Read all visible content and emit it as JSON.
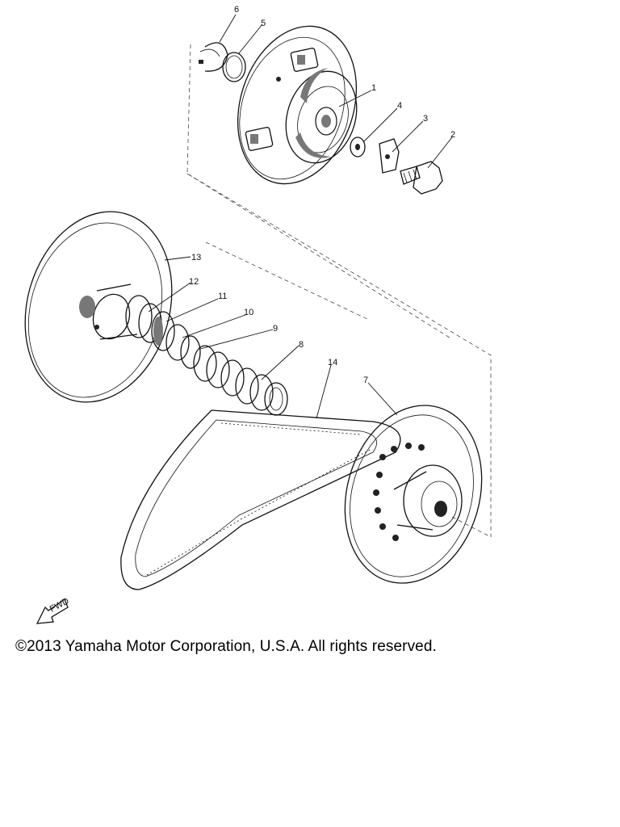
{
  "diagram": {
    "callouts": [
      "1",
      "2",
      "3",
      "4",
      "5",
      "6",
      "7",
      "8",
      "9",
      "10",
      "11",
      "12",
      "13",
      "14"
    ],
    "fwd_label": "FWD"
  },
  "footer": {
    "copyright": "©2013 Yamaha Motor Corporation, U.S.A. All rights reserved."
  }
}
